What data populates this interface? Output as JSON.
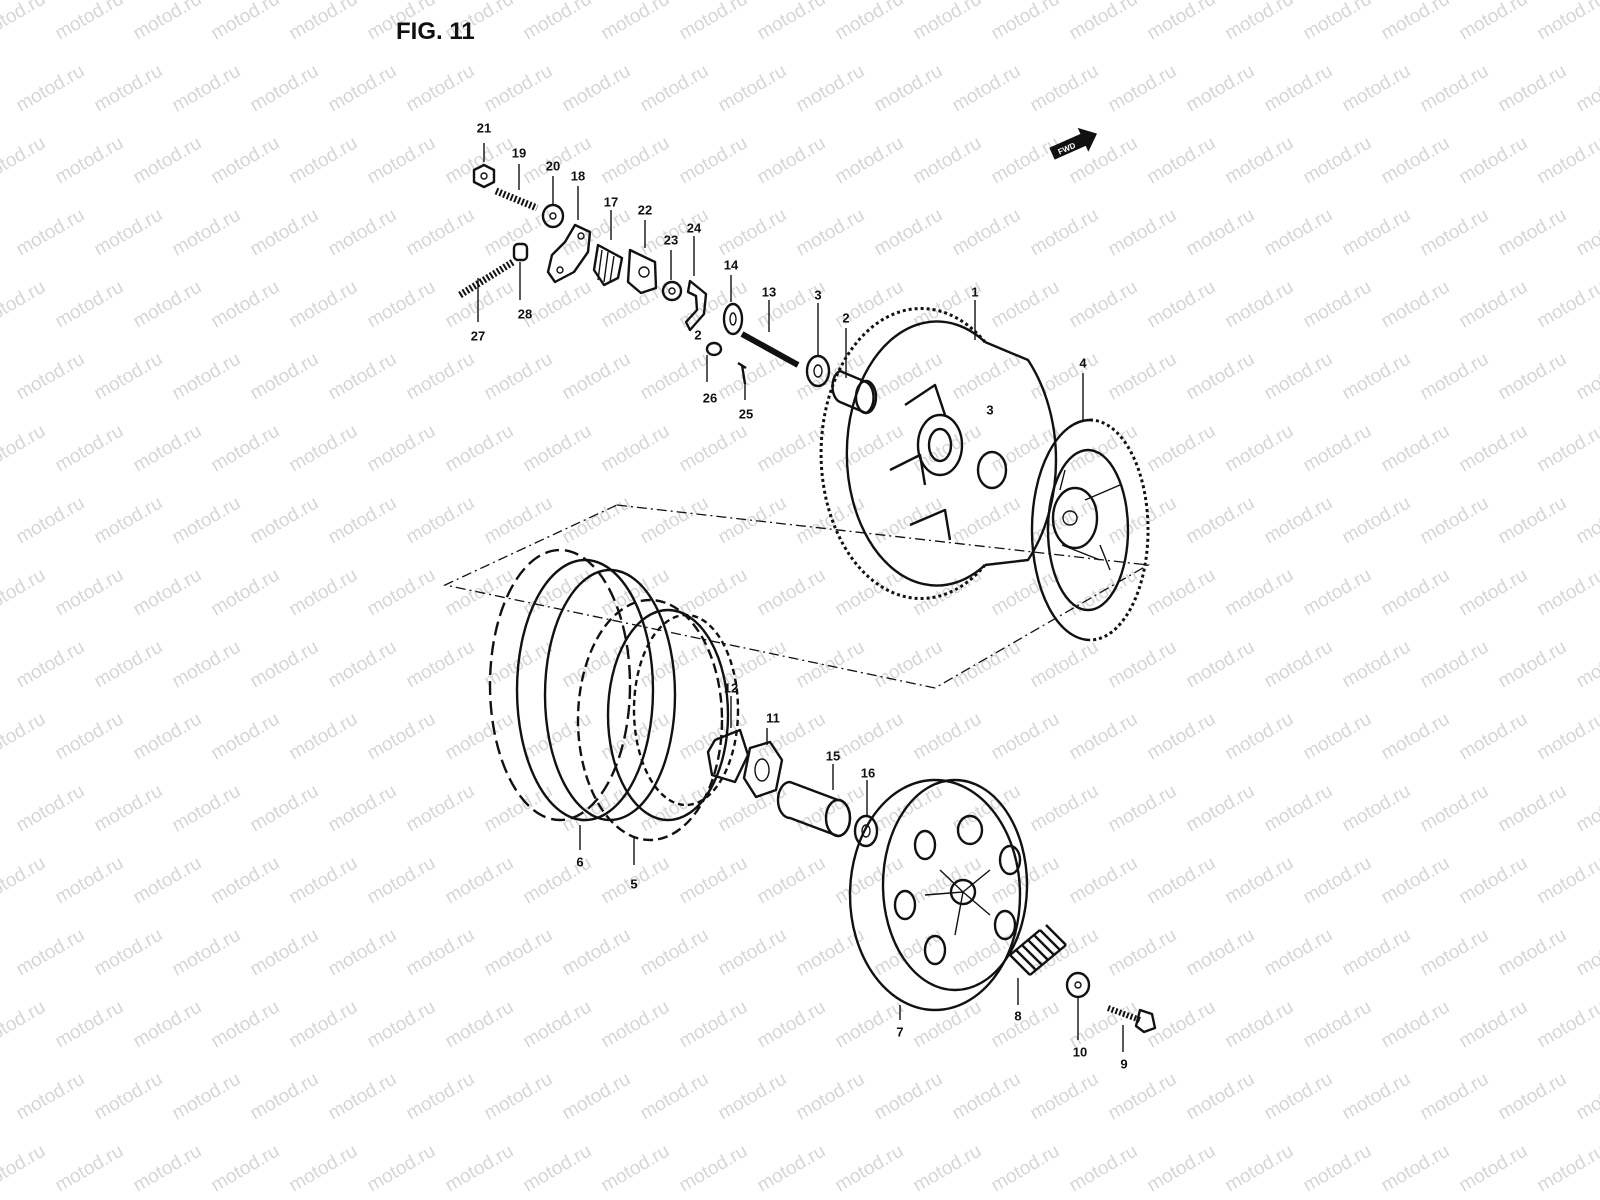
{
  "figure_title": "FIG. 11",
  "watermark_text": "motod.ru",
  "forward_marker_text": "FWD",
  "colors": {
    "ink": "#111111",
    "watermark": "#d6d6d6",
    "background": "#ffffff"
  },
  "callouts": [
    {
      "id": "21",
      "label": "21"
    },
    {
      "id": "19",
      "label": "19"
    },
    {
      "id": "20",
      "label": "20"
    },
    {
      "id": "18",
      "label": "18"
    },
    {
      "id": "17",
      "label": "17"
    },
    {
      "id": "22",
      "label": "22"
    },
    {
      "id": "23",
      "label": "23"
    },
    {
      "id": "24",
      "label": "24"
    },
    {
      "id": "14",
      "label": "14"
    },
    {
      "id": "13",
      "label": "13"
    },
    {
      "id": "3a",
      "label": "3"
    },
    {
      "id": "2a",
      "label": "2"
    },
    {
      "id": "1",
      "label": "1"
    },
    {
      "id": "4",
      "label": "4"
    },
    {
      "id": "3b",
      "label": "3"
    },
    {
      "id": "2b",
      "label": "2"
    },
    {
      "id": "27",
      "label": "27"
    },
    {
      "id": "28",
      "label": "28"
    },
    {
      "id": "26",
      "label": "26"
    },
    {
      "id": "25",
      "label": "25"
    },
    {
      "id": "12",
      "label": "12"
    },
    {
      "id": "11",
      "label": "11"
    },
    {
      "id": "15",
      "label": "15"
    },
    {
      "id": "16",
      "label": "16"
    },
    {
      "id": "6",
      "label": "6"
    },
    {
      "id": "5",
      "label": "5"
    },
    {
      "id": "7",
      "label": "7"
    },
    {
      "id": "8",
      "label": "8"
    },
    {
      "id": "10",
      "label": "10"
    },
    {
      "id": "9",
      "label": "9"
    }
  ]
}
